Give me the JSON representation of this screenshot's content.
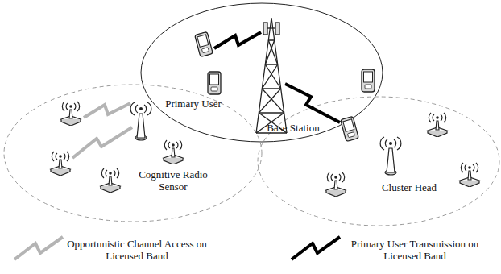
{
  "diagram": {
    "labels": [
      "Primary User",
      "Base Station",
      "Cognitive Radio Sensor",
      "Cluster Head"
    ],
    "legend": [
      {
        "text": "Opportunistic Channel Access on Licensed Band"
      },
      {
        "text": "Primary User Transmission on Licensed Band"
      }
    ]
  }
}
